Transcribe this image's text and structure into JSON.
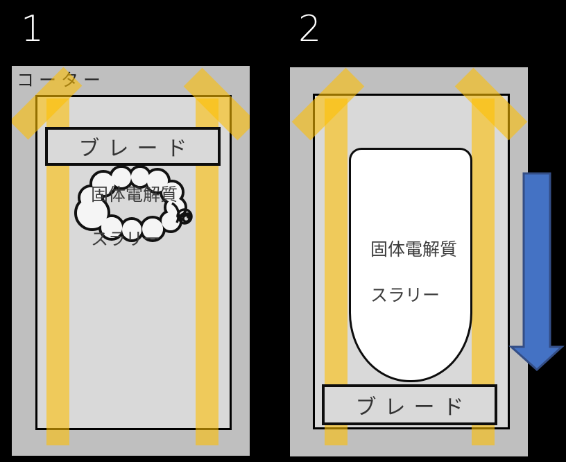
{
  "colors": {
    "background": "#000000",
    "panel_bg": "#BFBFBF",
    "substrate_bg": "#D9D9D9",
    "tape": "#FFC000",
    "blade_bg": "#D9D9D9",
    "cloud_fill": "#F5F5F5",
    "slurry_fill": "#FFFFFF",
    "arrow_fill": "#4472C4",
    "arrow_stroke": "#344E86",
    "number_color": "#FFFFFF",
    "label_color": "#303030"
  },
  "panel1": {
    "number": "1",
    "coater_label": "コーター",
    "blade_label": "ブレード",
    "cloud": {
      "line1": "固体電解質",
      "line2": "スラリー"
    }
  },
  "panel2": {
    "number": "2",
    "blade_label": "ブレード",
    "slurry": {
      "line1": "固体電解質",
      "line2": "スラリー"
    },
    "arrow_icon": "down-arrow"
  }
}
